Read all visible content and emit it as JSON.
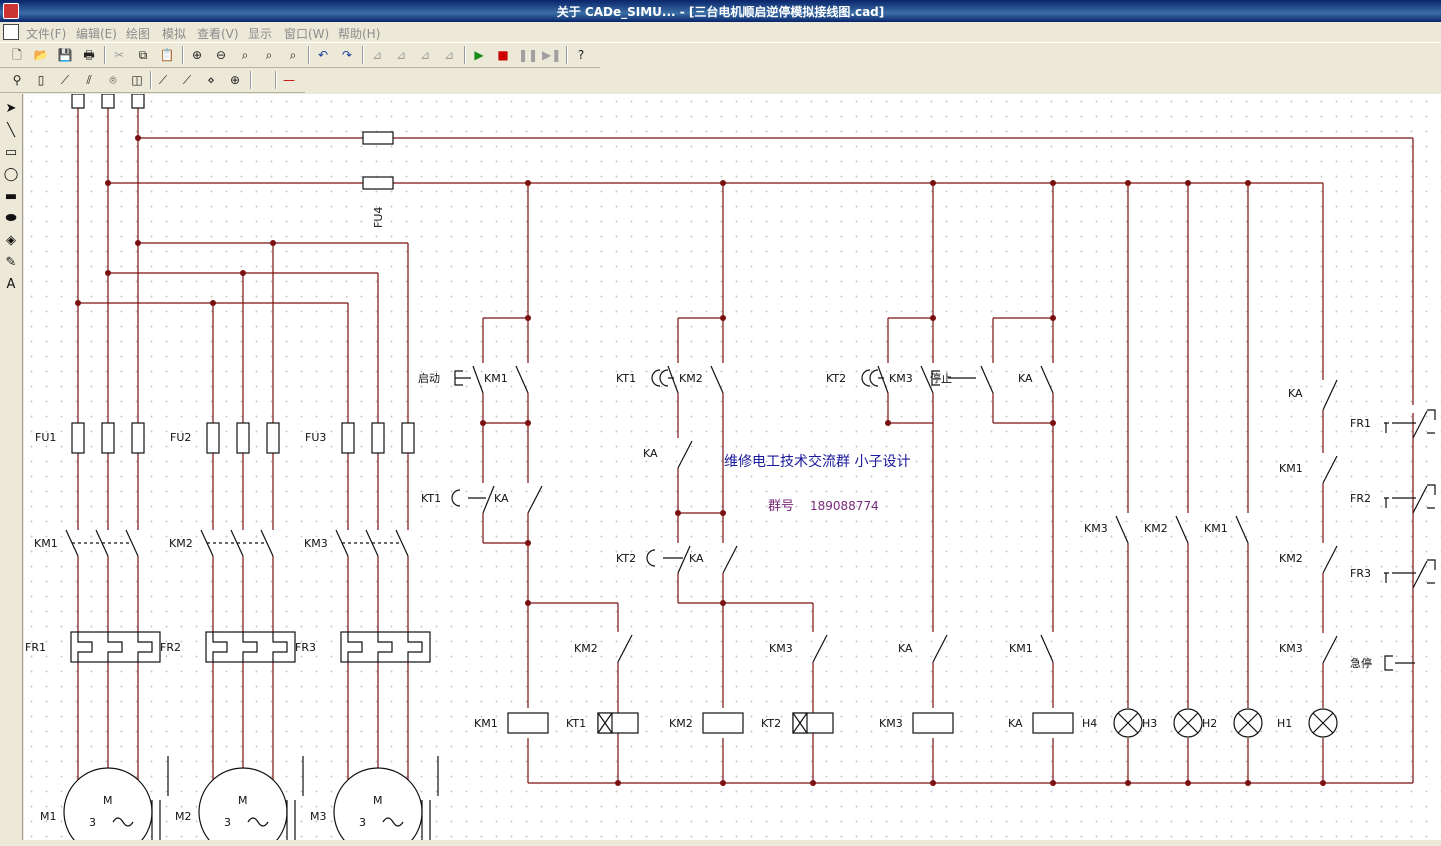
{
  "window": {
    "title": "关于 CADe_SIMU... - [三台电机顺启逆停模拟接线图.cad]"
  },
  "menu": [
    {
      "id": "file",
      "label": "文件(F)"
    },
    {
      "id": "edit",
      "label": "编辑(E)"
    },
    {
      "id": "draw",
      "label": "绘图"
    },
    {
      "id": "simulate",
      "label": "模拟"
    },
    {
      "id": "view",
      "label": "查看(V)"
    },
    {
      "id": "display",
      "label": "显示"
    },
    {
      "id": "window",
      "label": "窗口(W)"
    },
    {
      "id": "help",
      "label": "帮助(H)"
    }
  ],
  "toolbar": {
    "new": "new-icon",
    "open": "open-icon",
    "save": "save-icon",
    "print": "print-icon",
    "cut": "cut-icon",
    "copy": "copy-icon",
    "paste": "paste-icon",
    "zoom_in": "zoom-in-icon",
    "zoom_out": "zoom-out-icon",
    "zoom_fit": "zoom-fit-icon",
    "zoom_window": "zoom-window-icon",
    "zoom_prev": "zoom-prev-icon",
    "undo": "undo-icon",
    "redo": "redo-icon",
    "play": "play-icon",
    "stop": "stop-icon",
    "pause": "pause-icon",
    "step": "step-icon",
    "help": "help-icon",
    "accent_play": "#1a8a1a",
    "accent_stop": "#cc0000"
  },
  "diagram": {
    "wire_color": "#7a1010",
    "labels": {
      "fu4": "FU4",
      "fu1": "FU1",
      "fu2": "FU2",
      "fu3": "FU3",
      "km1": "KM1",
      "km2": "KM2",
      "km3": "KM3",
      "fr1": "FR1",
      "fr2": "FR2",
      "fr3": "FR3",
      "m1": "M1",
      "m2": "M2",
      "m3": "M3",
      "m": "M",
      "three": "3",
      "start": "启动",
      "kt1": "KT1",
      "kt2": "KT2",
      "ka": "KA",
      "stop": "停止",
      "estop": "急停",
      "h1": "H1",
      "h2": "H2",
      "h3": "H3",
      "h4": "H4"
    },
    "banner": "维修电工技术交流群  小子设计",
    "group_label": "群号",
    "group_no": "189088774"
  }
}
